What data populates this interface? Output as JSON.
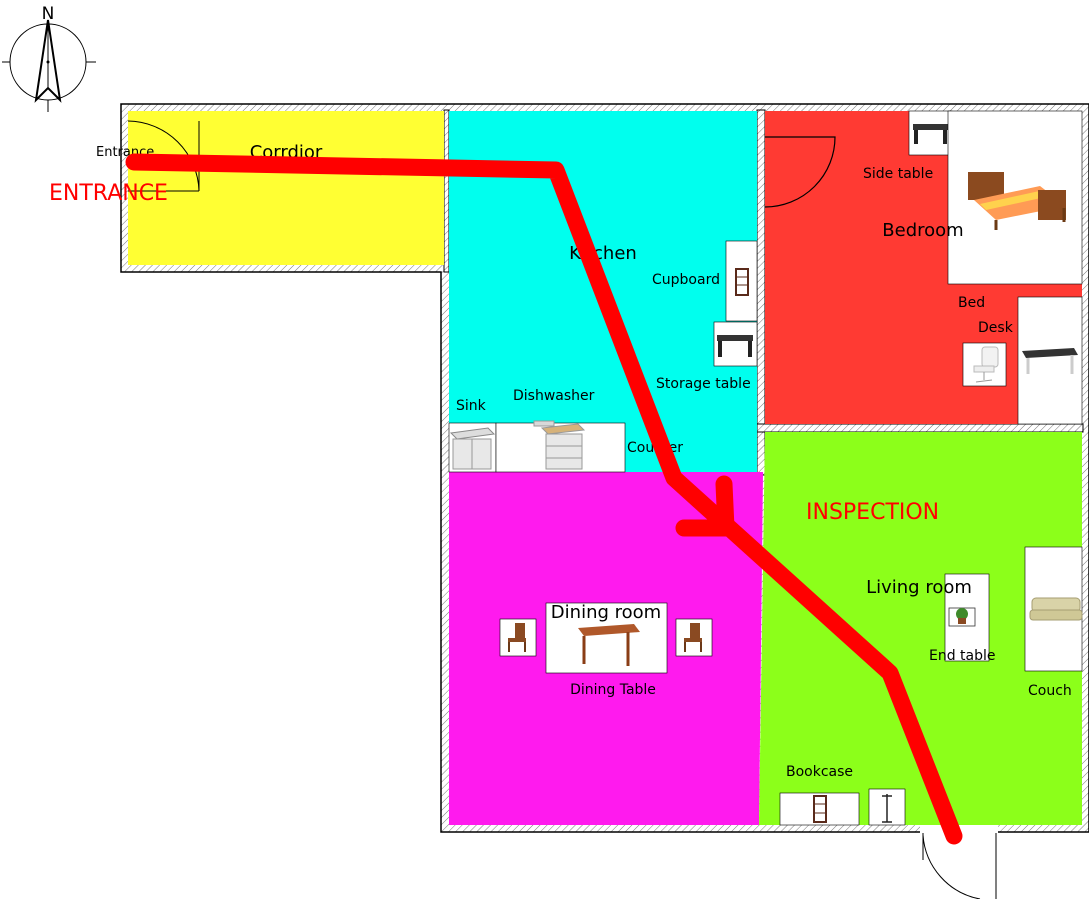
{
  "compass": {
    "north_label": "N"
  },
  "rooms": {
    "corridor": {
      "name": "Corrdior",
      "color": "#ffff33"
    },
    "kitchen": {
      "name": "Kitchen",
      "color": "#00ffee"
    },
    "bedroom": {
      "name": "Bedroom",
      "color": "#ff3a33"
    },
    "dining": {
      "name": "Dining room",
      "color": "#ff1aee"
    },
    "living": {
      "name": "Living room",
      "color": "#8cff1a"
    }
  },
  "annotations": {
    "entrance": "ENTRANCE",
    "inspection": "INSPECTION",
    "annotation_color": "#ff0000"
  },
  "furniture": {
    "entrance_door": "Entrance",
    "cupboard": "Cupboard",
    "storage_table": "Storage table",
    "sink": "Sink",
    "dishwasher": "Dishwasher",
    "counter": "Counter",
    "side_table": "Side table",
    "bed": "Bed",
    "desk": "Desk",
    "dining_table": "Dining Table",
    "end_table": "End table",
    "couch": "Couch",
    "bookcase": "Bookcase"
  },
  "route": {
    "color": "#ff0000"
  }
}
